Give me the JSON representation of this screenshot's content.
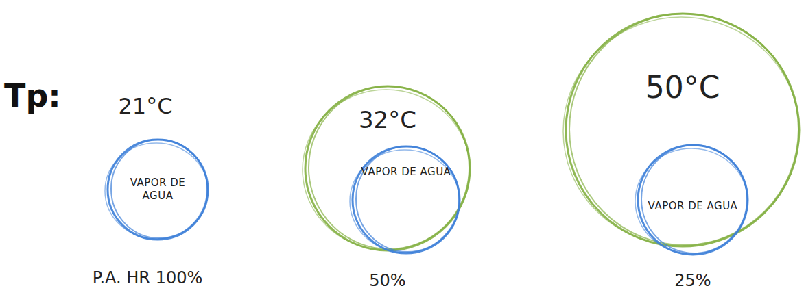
{
  "diagram": {
    "nodes": [
      {
        "text": [
          "VAPOR DE AGUA"
        ]
      },
      {
        "text": [
          "32°C"
        ]
      },
      {
        "text": [
          "VAPOR DE AGUA"
        ],
        "in": 1
      },
      {
        "text": [
          "50°C"
        ]
      },
      {
        "text": [
          "VAPOR DE AGUA"
        ],
        "in": 3
      }
    ],
    "labels": [
      "Tp:",
      "21°C",
      "P.A. HR 100%",
      "50%",
      "25%"
    ]
  }
}
